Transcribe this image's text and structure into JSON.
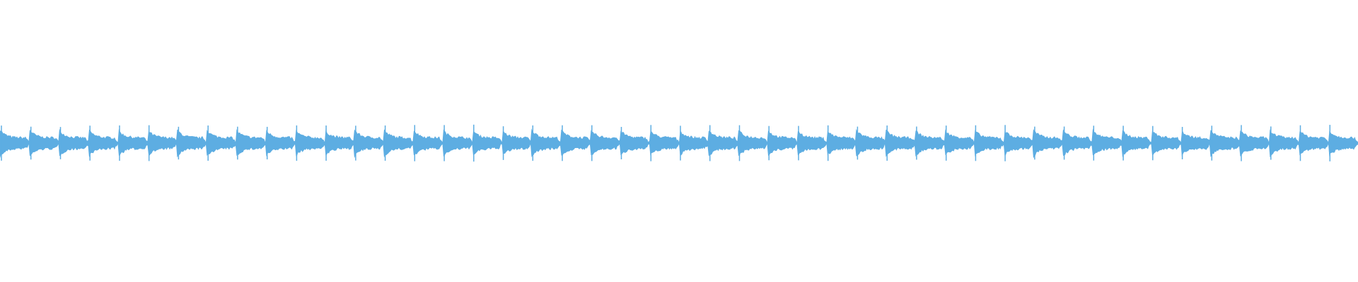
{
  "waveform": {
    "color": "#5DADE2",
    "background": "#FFFFFF",
    "beat_count": 46,
    "envelope": {
      "base_amplitude": 0.13,
      "onset_amplitude": 0.33,
      "decay": 5.5
    }
  }
}
